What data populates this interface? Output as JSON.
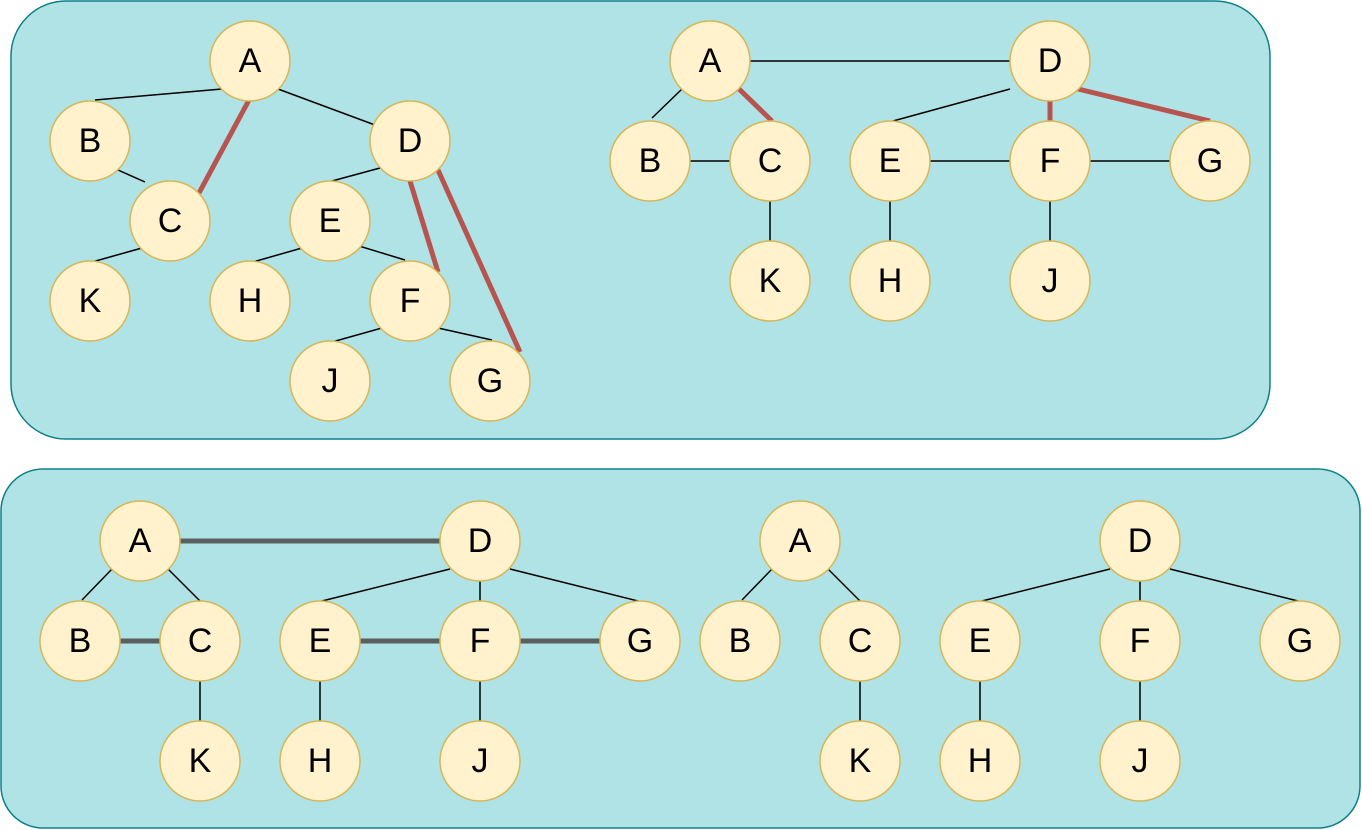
{
  "colors": {
    "panel_fill": "#b0e3e6",
    "panel_stroke": "#0e8088",
    "node_fill": "#fff2cc",
    "node_stroke": "#d6b656",
    "edge_black": "#000000",
    "edge_red": "#b85450",
    "edge_gray": "#5a5f5f"
  },
  "diagrams": [
    {
      "nodes": [
        "A",
        "B",
        "C",
        "D",
        "E",
        "F",
        "G",
        "H",
        "J",
        "K"
      ]
    },
    {
      "nodes": [
        "A",
        "B",
        "C",
        "D",
        "E",
        "F",
        "G",
        "H",
        "J",
        "K"
      ]
    },
    {
      "nodes": [
        "A",
        "B",
        "C",
        "D",
        "E",
        "F",
        "G",
        "H",
        "J",
        "K"
      ]
    },
    {
      "nodes": [
        "A",
        "B",
        "C",
        "D",
        "E",
        "F",
        "G",
        "H",
        "J",
        "K"
      ]
    }
  ]
}
